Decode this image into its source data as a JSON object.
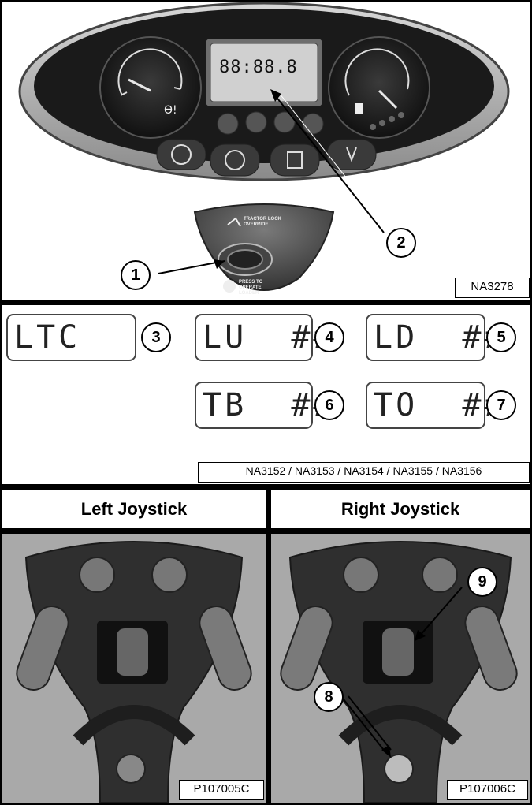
{
  "dashboard": {
    "figure_id": "NA3278",
    "display_digits": "88:88.8",
    "lockout_text_1": "TRACTOR LOCK OVERRIDE",
    "lockout_text_2": "PRESS TO OPERATE LOADER",
    "callouts": [
      "1",
      "2"
    ]
  },
  "codes": {
    "figure_id": "NA3152 / NA3153 / NA3154 / NA3155 / NA3156",
    "items": [
      {
        "text": "LTC",
        "callout": "3"
      },
      {
        "text": "LU  ##",
        "callout": "4"
      },
      {
        "text": "LD  ##",
        "callout": "5"
      },
      {
        "text": "TB  ##",
        "callout": "6"
      },
      {
        "text": "TO  ##",
        "callout": "7"
      }
    ]
  },
  "joysticks": {
    "left": {
      "title": "Left Joystick",
      "figure_id": "P107005C"
    },
    "right": {
      "title": "Right Joystick",
      "figure_id": "P107006C",
      "callouts": [
        "8",
        "9"
      ]
    }
  }
}
